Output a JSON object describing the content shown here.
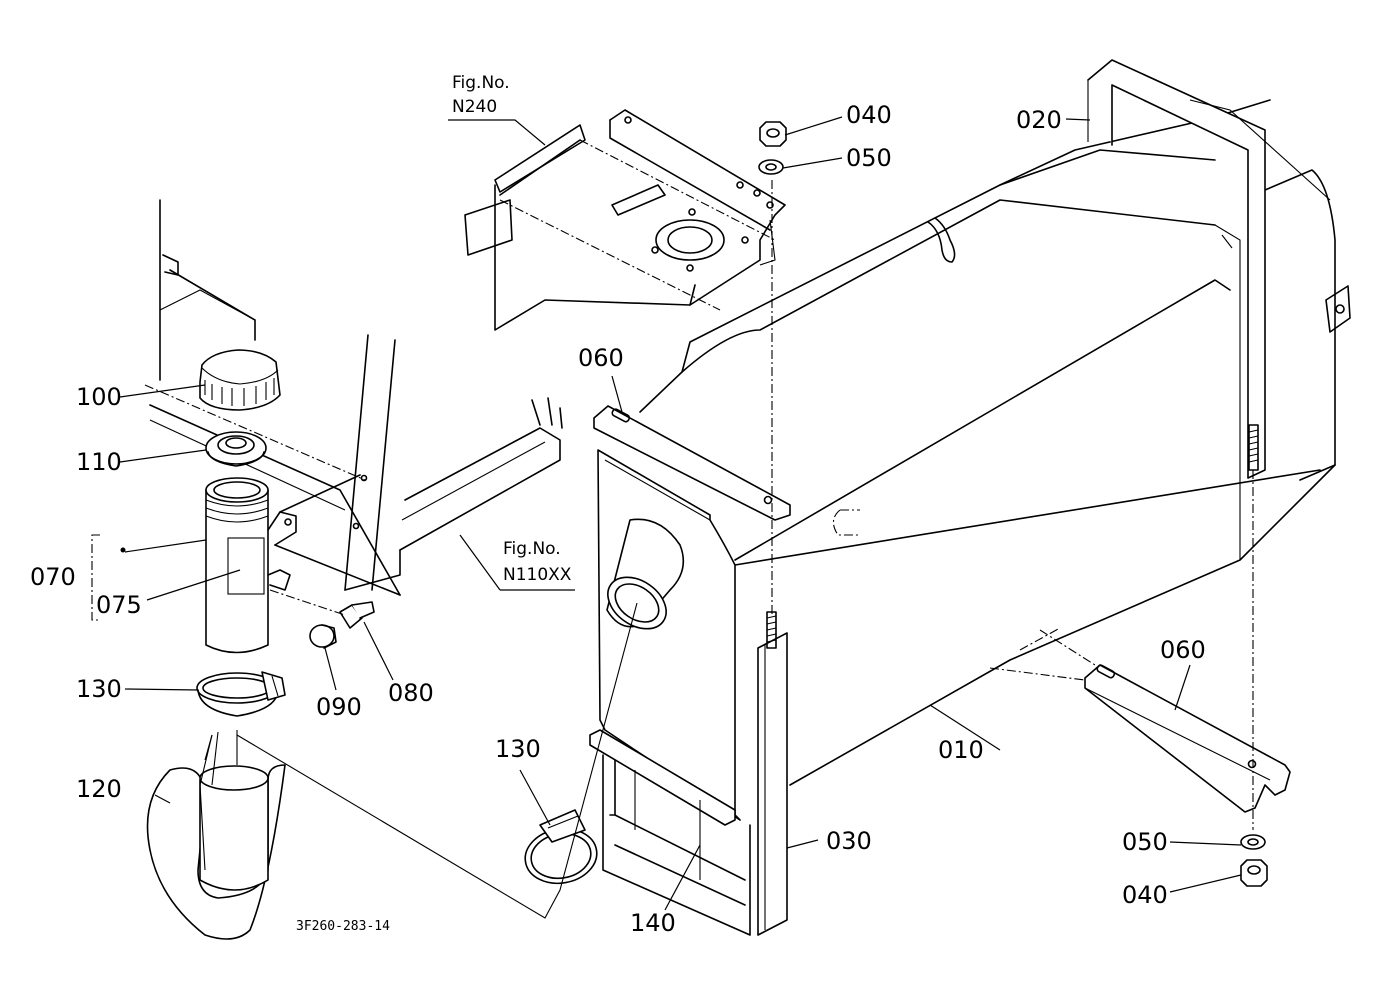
{
  "diagram": {
    "drawing_code": "3F260-283-14",
    "references": [
      {
        "line1": "Fig.No.",
        "line2": "N240"
      },
      {
        "line1": "Fig.No.",
        "line2": "N110XX"
      }
    ],
    "callouts": {
      "p010": "010",
      "p020": "020",
      "p030": "030",
      "p040a": "040",
      "p040b": "040",
      "p050a": "050",
      "p050b": "050",
      "p060a": "060",
      "p060b": "060",
      "p070": "070",
      "p075": "075",
      "p080": "080",
      "p090": "090",
      "p100": "100",
      "p110": "110",
      "p120": "120",
      "p130a": "130",
      "p130b": "130",
      "p140": "140"
    }
  }
}
